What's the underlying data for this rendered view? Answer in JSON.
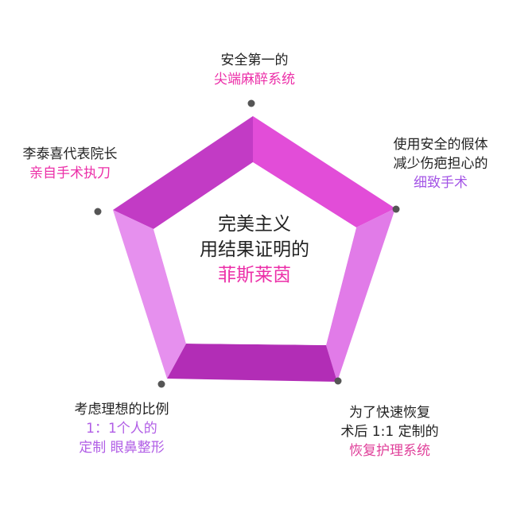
{
  "center": {
    "line1": "完美主义",
    "line2": "用结果证明的",
    "line3": "菲斯莱茵"
  },
  "points": {
    "top": {
      "line1": "安全第一的",
      "line2": "尖端麻醉系统"
    },
    "left": {
      "line1": "李泰喜代表院长",
      "line2": "亲自手术执刀"
    },
    "right": {
      "line1": "使用安全的假体",
      "line2": "减少伤疤担心的",
      "line3": "细致手术"
    },
    "bottom_left": {
      "line1": "考虑理想的比例",
      "line2": "1：1个人的",
      "line3": "定制 眼鼻整形"
    },
    "bottom_right": {
      "line1": "为了快速恢复",
      "line2": "术后 1:1 定制的",
      "line3": "恢复护理系统"
    }
  },
  "colors": {
    "accent_pink": "#ec2fa8",
    "accent_purple": "#a455e6",
    "pentagon_dark": "#b42fb8",
    "pentagon_light": "#e888f2",
    "dot": "#555555"
  }
}
